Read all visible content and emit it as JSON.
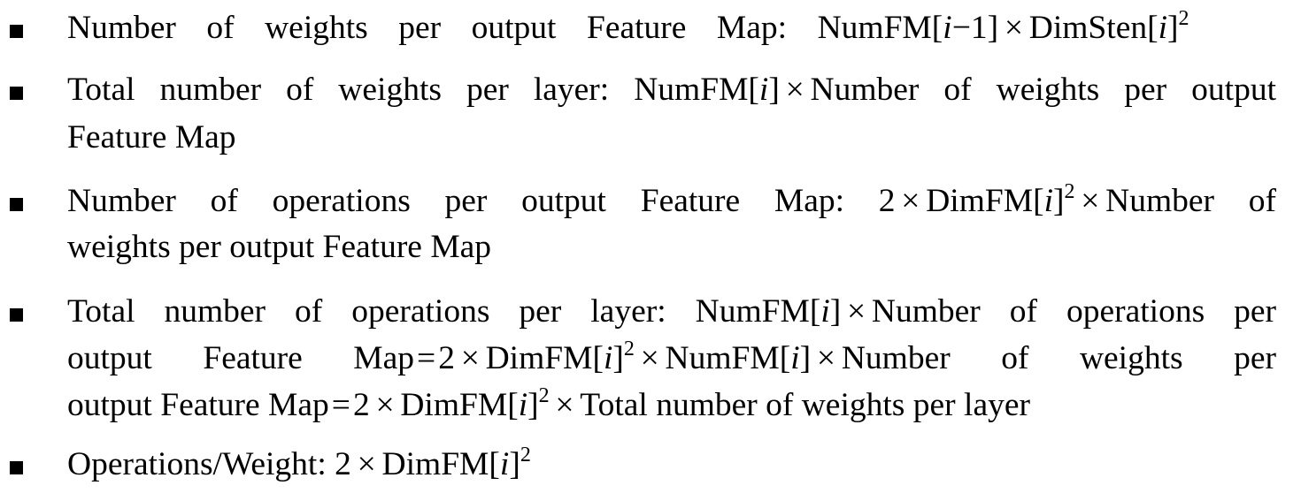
{
  "bullets": [
    {
      "label": "Number of weights per output Feature Map:",
      "formula": "NumFM[i−1] × DimSten[i]²"
    },
    {
      "label": "Total number of weights per layer:",
      "formula": "NumFM[i] × Number of weights per output Feature Map"
    },
    {
      "label": "Number of operations per output Feature Map:",
      "formula": "2 × DimFM[i]² × Number of weights per output Feature Map"
    },
    {
      "label": "Total number of operations per layer:",
      "formula": "NumFM[i] × Number of operations per output Feature Map = 2 × DimFM[i]² × NumFM[i] × Number of weights per output Feature Map = 2 × DimFM[i]² × Total number of weights per layer"
    },
    {
      "label": "Operations/Weight:",
      "formula": "2 × DimFM[i]²"
    }
  ],
  "tokens": {
    "numfm": "NumFM",
    "dimsten": "DimSten",
    "dimfm": "DimFM",
    "i": "i",
    "minus_one": "−1",
    "two": "2",
    "times": "×",
    "equals": "=",
    "lbr": "[",
    "rbr": "]",
    "sq": "2",
    "b2_tail": "Number of weights per output",
    "b2_wrap": "Feature Map",
    "b3_tail": "Number of",
    "b3_wrap": "weights per output Feature Map",
    "b4_l1_tail": "Number of operations per",
    "b4_l2_head": "output Feature Map",
    "b4_l2_tail": "Number of weights per",
    "b4_l3_head": "output Feature Map",
    "b4_l3_tail": "Total number of weights per layer"
  }
}
